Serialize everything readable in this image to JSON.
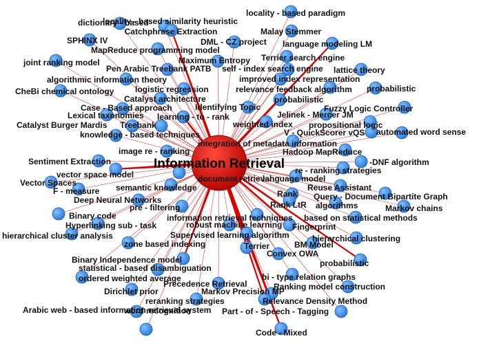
{
  "graph": {
    "center": {
      "label": "Information Retrieval",
      "color": "#cc0000"
    },
    "node_color": "#3d8fe8",
    "edge_color": "#dd0000",
    "nodes": [
      {
        "label": "locality - based paradigm"
      },
      {
        "label": "dictionary - based"
      },
      {
        "label": "locality - based similarity heuristic"
      },
      {
        "label": "Catchphrase Extraction"
      },
      {
        "label": "Malay Stemmer"
      },
      {
        "label": "SPHINX IV"
      },
      {
        "label": "DML - CZ project"
      },
      {
        "label": "language modeling LM"
      },
      {
        "label": "MapReduce programming model"
      },
      {
        "label": "Terrier search engine"
      },
      {
        "label": "joint ranking model"
      },
      {
        "label": "Maximum Entropy"
      },
      {
        "label": "Pen Arabic Treebank PATB"
      },
      {
        "label": "self - index search engine"
      },
      {
        "label": "lattice theory"
      },
      {
        "label": "algorithmic information theory"
      },
      {
        "label": "improved index representation"
      },
      {
        "label": "CheBi chemical ontology"
      },
      {
        "label": "logistic regression"
      },
      {
        "label": "relevance feedback algorithm"
      },
      {
        "label": "probabilistic"
      },
      {
        "label": "Catalyst architecture"
      },
      {
        "label": "probabilistic"
      },
      {
        "label": "Case - Based approach"
      },
      {
        "label": "Identifying Topic"
      },
      {
        "label": "Fuzzy Logic Controller"
      },
      {
        "label": "Lexical taxonomies"
      },
      {
        "label": "learning - to - rank"
      },
      {
        "label": "Jelinek - Mercer JM"
      },
      {
        "label": "Catalyst Burger Mardis"
      },
      {
        "label": "Treebank"
      },
      {
        "label": "weighted index"
      },
      {
        "label": "propositional logic"
      },
      {
        "label": "knowledge - based techniques"
      },
      {
        "label": "V - QuickScorer vQS"
      },
      {
        "label": "automated word sense"
      },
      {
        "label": "integration of metadata information"
      },
      {
        "label": "image re - ranking"
      },
      {
        "label": "Hadoop MapReduce"
      },
      {
        "label": "Sentiment Extraction"
      },
      {
        "label": "-DNF algorithm"
      },
      {
        "label": "vector space model"
      },
      {
        "label": "re - ranking strategies"
      },
      {
        "label": "document retrieval"
      },
      {
        "label": "language model"
      },
      {
        "label": "Vector Spaces"
      },
      {
        "label": "semantic knowledge"
      },
      {
        "label": "Reuse Assistant"
      },
      {
        "label": "F - measure"
      },
      {
        "label": "Rank"
      },
      {
        "label": "Query - Document Bipartite Graph"
      },
      {
        "label": "Deep Neural Networks"
      },
      {
        "label": "Rank LtR"
      },
      {
        "label": "algorithms"
      },
      {
        "label": "Markov chains"
      },
      {
        "label": "pre - filtering"
      },
      {
        "label": "Binary code"
      },
      {
        "label": "information retrieval techniques"
      },
      {
        "label": "based on statistical methods"
      },
      {
        "label": "Hyperlinking sub - task"
      },
      {
        "label": "robust machine learning"
      },
      {
        "label": "Fingerprint"
      },
      {
        "label": "hierarchical cluster analysis"
      },
      {
        "label": "Supervised learning algorithm"
      },
      {
        "label": "hierarchical clustering"
      },
      {
        "label": "zone based indexing"
      },
      {
        "label": "Terrier"
      },
      {
        "label": "BM Model"
      },
      {
        "label": "Convex OWA"
      },
      {
        "label": "Binary Independence model"
      },
      {
        "label": "probabilistic"
      },
      {
        "label": "statistical - based disambiguation"
      },
      {
        "label": "ordered weighted average"
      },
      {
        "label": "bi - type relation graphs"
      },
      {
        "label": "Precedence Retrieval"
      },
      {
        "label": "Ranking model construction"
      },
      {
        "label": "Dirichlet prior"
      },
      {
        "label": "Markov Precision MP"
      },
      {
        "label": "reranking strategies"
      },
      {
        "label": "Relevance Density Method"
      },
      {
        "label": "word recognition"
      },
      {
        "label": "Part - of - Speech - Tagging"
      },
      {
        "label": "Arabic web - based information retrieval system"
      },
      {
        "label": "Code - Mixed"
      }
    ]
  }
}
